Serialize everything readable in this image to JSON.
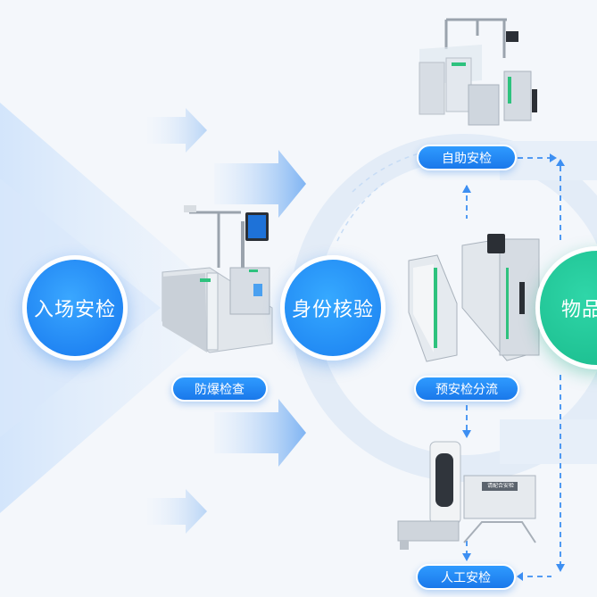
{
  "colors": {
    "primary_blue": "#1a7ff0",
    "goods_green": "#18b98a",
    "arrow_blue": "#3a8ef0",
    "dashed_line": "#3d8ff2"
  },
  "nodes": {
    "entry": "入场安检",
    "identity": "身份核验",
    "goods": "物品"
  },
  "labels": {
    "explosion_check": "防爆检查",
    "self_check": "自助安检",
    "pre_check": "预安检分流",
    "manual_check": "人工安检"
  },
  "device_text": {
    "screen_label": "请配合安检"
  }
}
